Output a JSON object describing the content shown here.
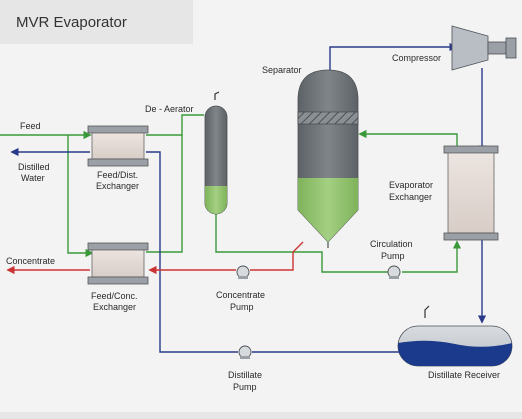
{
  "title": "MVR Evaporator",
  "labels": {
    "feed": "Feed",
    "distilled_water_1": "Distilled",
    "distilled_water_2": "Water",
    "feed_dist_exchanger_1": "Feed/Dist.",
    "feed_dist_exchanger_2": "Exchanger",
    "de_aerator": "De - Aerator",
    "separator": "Separator",
    "compressor": "Compressor",
    "evaporator_exchanger_1": "Evaporator",
    "evaporator_exchanger_2": "Exchanger",
    "circulation_pump_1": "Circulation",
    "circulation_pump_2": "Pump",
    "concentrate": "Concentrate",
    "feed_conc_exchanger_1": "Feed/Conc.",
    "feed_conc_exchanger_2": "Exchanger",
    "concentrate_pump_1": "Concentrate",
    "concentrate_pump_2": "Pump",
    "distillate_pump_1": "Distillate",
    "distillate_pump_2": "Pump",
    "distillate_receiver": "Distillate Receiver"
  },
  "colors": {
    "feed_line": "#3a9a3a",
    "distillate_line": "#2a3a8a",
    "concentrate_line": "#cc3333",
    "vapor_line": "#2a3a8a",
    "vessel_gray": "#6e7378",
    "liquid_green": "#8fbf6a",
    "distillate_blue": "#1c3a8c"
  }
}
